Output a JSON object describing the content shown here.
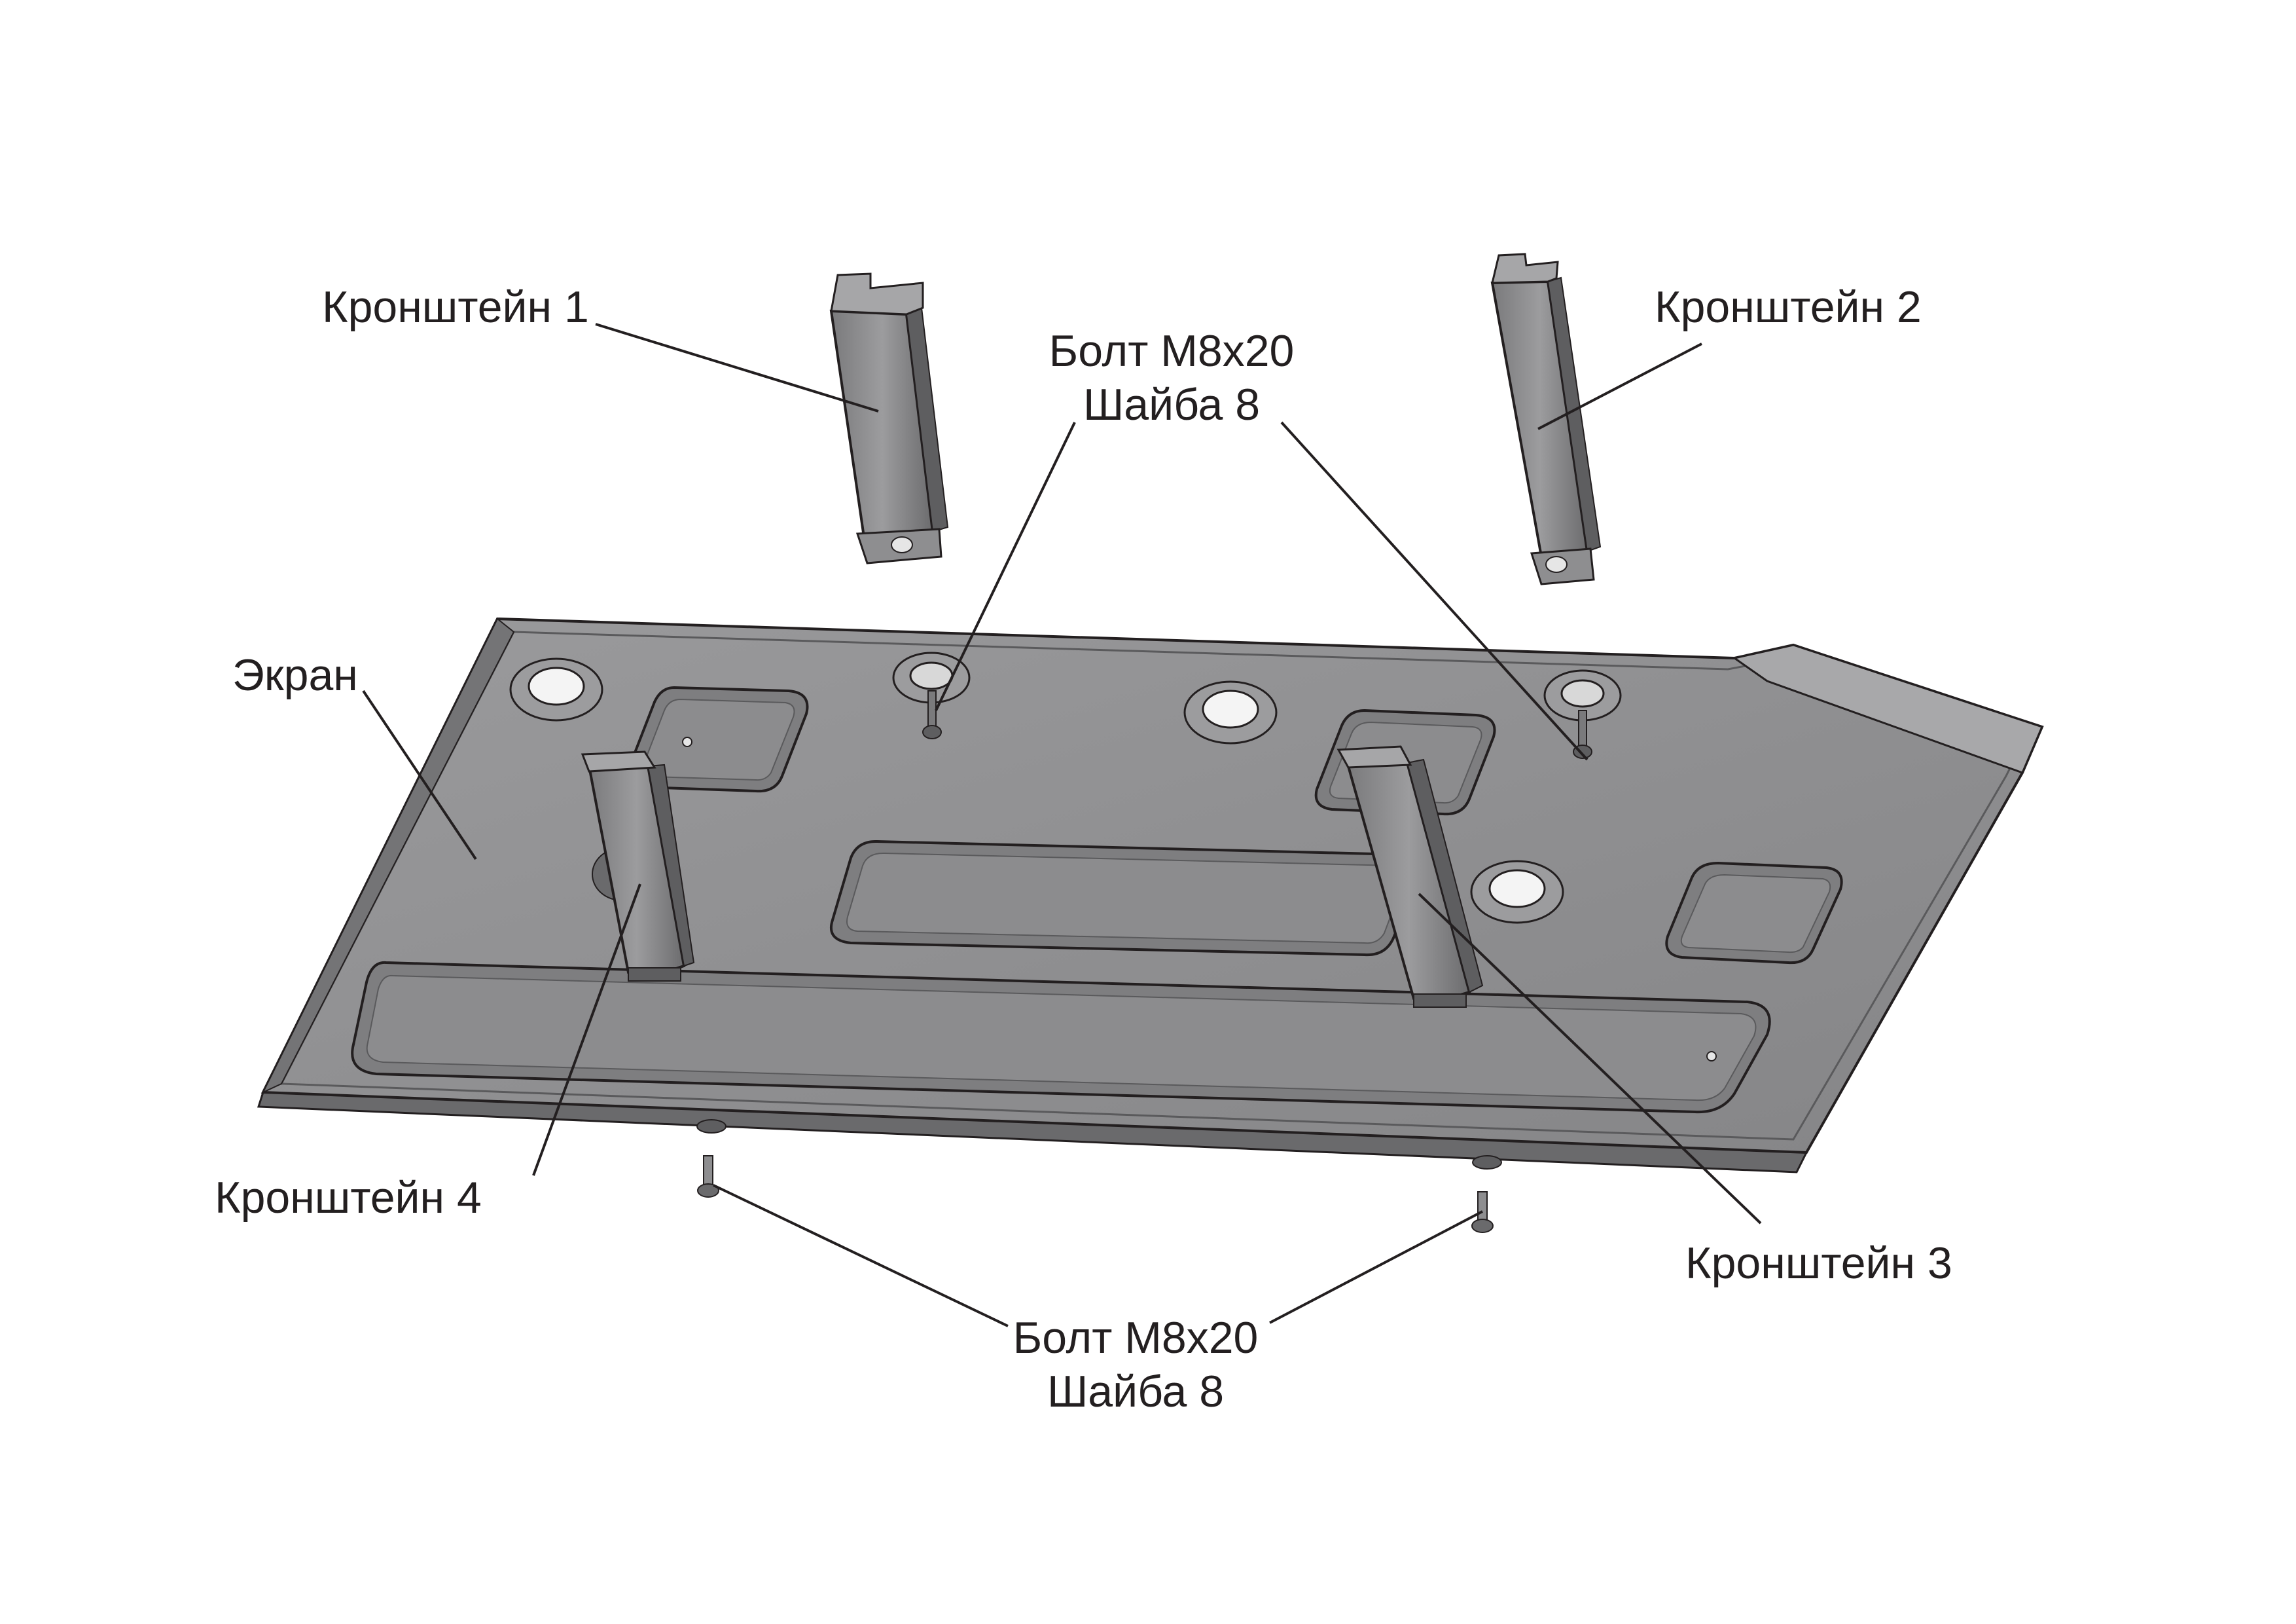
{
  "labels": {
    "bracket_1": "Кронштейн 1",
    "bracket_2": "Кронштейн 2",
    "bracket_3": "Кронштейн 3",
    "bracket_4": "Кронштейн 4",
    "screen": "Экран",
    "fastener_top": {
      "line1": "Болт М8х20",
      "line2": "Шайба 8"
    },
    "fastener_bottom": {
      "line1": "Болт М8х20",
      "line2": "Шайба 8"
    }
  },
  "colors": {
    "background": "#ffffff",
    "plate": "#8e8e90",
    "plate_dark": "#5e5e60",
    "plate_light": "#b4b4b6",
    "outline": "#231f20",
    "label": "#231f20"
  }
}
